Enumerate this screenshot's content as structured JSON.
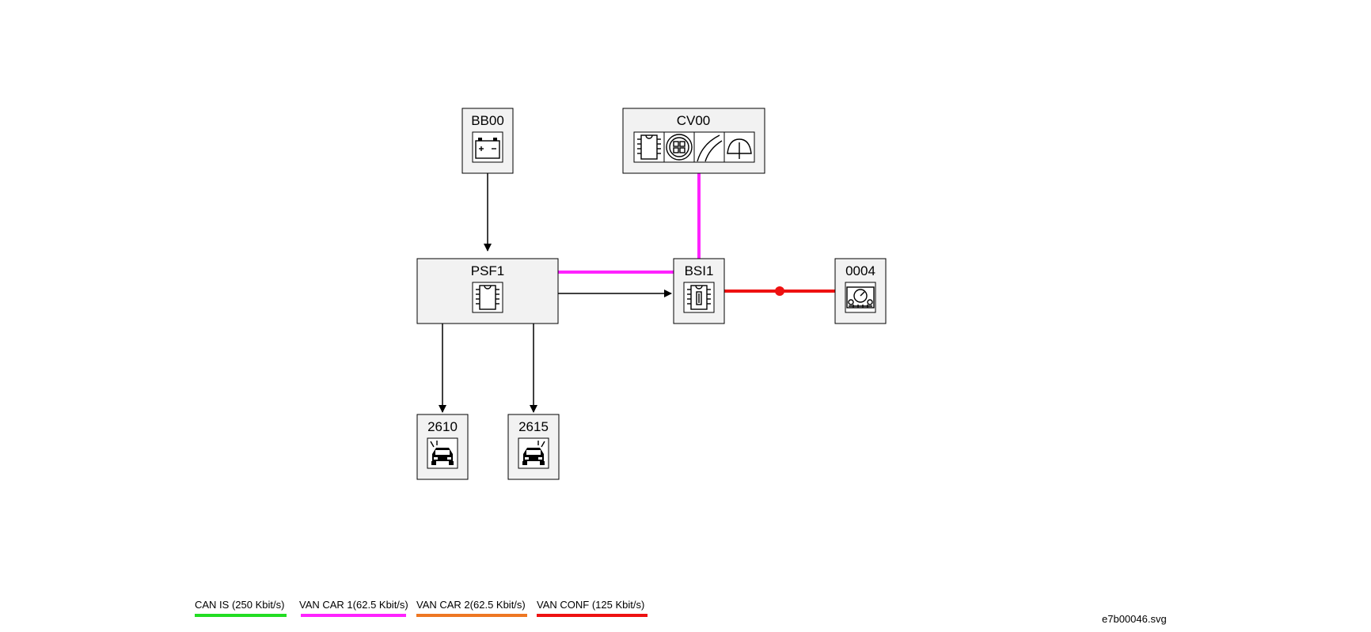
{
  "colors": {
    "can_is": "#22dd22",
    "van_car_1": "#ff22ff",
    "van_car_2": "#ee7722",
    "van_conf": "#ee1111",
    "wire": "#000000"
  },
  "nodes": {
    "bb00": {
      "label": "BB00",
      "icon": "battery-icon"
    },
    "cv00": {
      "label": "CV00",
      "icons": [
        "ecu-chip-icon",
        "steering-switch-icon",
        "wiper-stalk-icon",
        "light-stalk-icon"
      ]
    },
    "psf1": {
      "label": "PSF1",
      "icon": "ecu-chip-icon"
    },
    "bsi1": {
      "label": "BSI1",
      "icon": "fuse-box-icon"
    },
    "n0004": {
      "label": "0004",
      "icon": "instrument-panel-icon"
    },
    "n2610": {
      "label": "2610",
      "icon": "left-headlamp-icon"
    },
    "n2615": {
      "label": "2615",
      "icon": "right-headlamp-icon"
    }
  },
  "connections": [
    {
      "from": "BB00",
      "to": "PSF1",
      "kind": "wire-arrow"
    },
    {
      "from": "PSF1",
      "to": "BSI1",
      "kind": "wire-arrow"
    },
    {
      "from": "PSF1",
      "to": "2610",
      "kind": "wire-arrow"
    },
    {
      "from": "PSF1",
      "to": "2615",
      "kind": "wire-arrow"
    },
    {
      "from": "PSF1",
      "to": "BSI1",
      "kind": "van_car_1"
    },
    {
      "from": "CV00",
      "to": "BSI1",
      "kind": "van_car_1"
    },
    {
      "from": "BSI1",
      "to": "0004",
      "kind": "van_conf"
    }
  ],
  "legend": [
    {
      "label": "CAN IS (250 Kbit/s)",
      "color": "#22dd22"
    },
    {
      "label": "VAN CAR 1(62.5 Kbit/s)",
      "color": "#ff22ff"
    },
    {
      "label": "VAN CAR 2(62.5 Kbit/s)",
      "color": "#ee7722"
    },
    {
      "label": "VAN CONF (125 Kbit/s)",
      "color": "#ee1111"
    }
  ],
  "footer": {
    "filename": "e7b00046.svg"
  }
}
